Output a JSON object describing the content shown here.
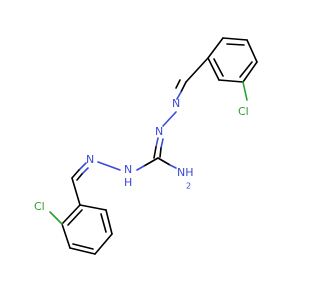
{
  "molecule": {
    "atoms": {
      "cl_top": "Cl",
      "n_top": "N",
      "hn_upper": "N",
      "nh2": "NH",
      "nh2_sub": "2",
      "hn_lower_h": "H",
      "hn_lower_n": "N",
      "n_lower": "N",
      "cl_bottom": "Cl"
    }
  },
  "colors": {
    "carbon_bond": "#000000",
    "nitrogen": "#3a4bd6",
    "chlorine": "#2e9e2e",
    "background": "#ffffff"
  }
}
